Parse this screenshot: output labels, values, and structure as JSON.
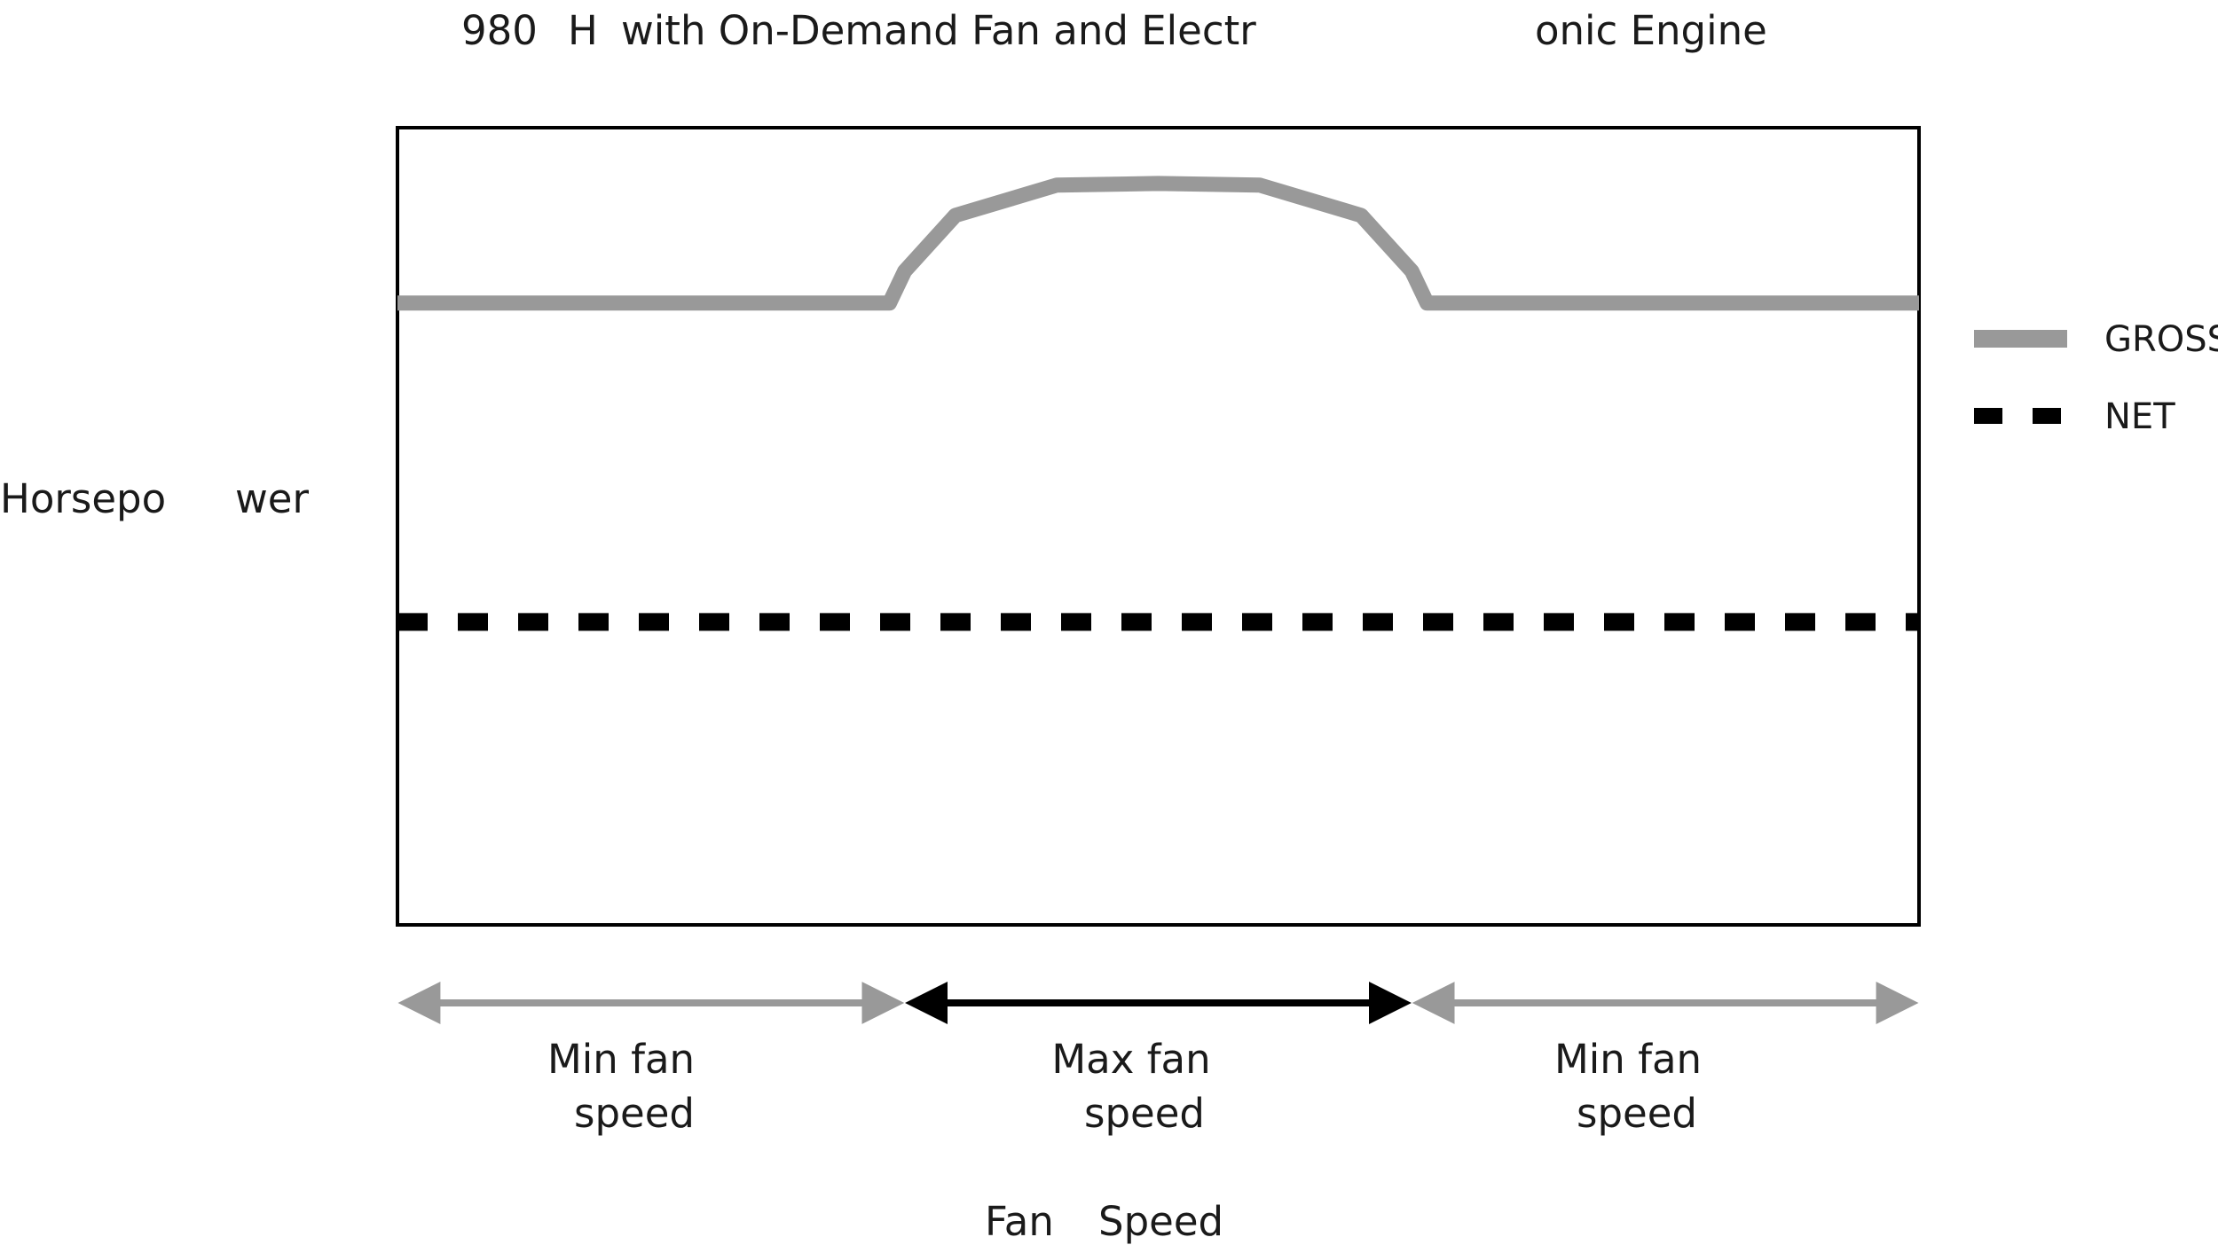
{
  "chart_data": {
    "type": "line",
    "title_parts": [
      "980",
      "H",
      "with On-Demand Fan and Electr",
      "onic Engine"
    ],
    "ylabel_parts": [
      "Horsepo",
      "wer"
    ],
    "xlabel_parts": [
      "Fan",
      "Speed"
    ],
    "x_segments": [
      {
        "label_line1": "Min fan",
        "label_line2": "speed",
        "color": "#999999",
        "range": [
          0,
          1
        ]
      },
      {
        "label_line1": "Max fan",
        "label_line2": "speed",
        "color": "#000000",
        "range": [
          1,
          2
        ]
      },
      {
        "label_line1": "Min fan",
        "label_line2": "speed",
        "color": "#999999",
        "range": [
          2,
          3
        ]
      }
    ],
    "series": [
      {
        "name": "GROSS",
        "style": "solid",
        "color": "#999999",
        "points": [
          {
            "x": 0.0,
            "y": 78
          },
          {
            "x": 0.97,
            "y": 78
          },
          {
            "x": 1.0,
            "y": 82
          },
          {
            "x": 1.1,
            "y": 89
          },
          {
            "x": 1.3,
            "y": 92.8
          },
          {
            "x": 1.5,
            "y": 93
          },
          {
            "x": 1.7,
            "y": 92.8
          },
          {
            "x": 1.9,
            "y": 89
          },
          {
            "x": 2.0,
            "y": 82
          },
          {
            "x": 2.03,
            "y": 78
          },
          {
            "x": 3.0,
            "y": 78
          }
        ]
      },
      {
        "name": "NET",
        "style": "dashed",
        "color": "#000000",
        "points": [
          {
            "x": 0.0,
            "y": 38
          },
          {
            "x": 3.0,
            "y": 38
          }
        ]
      }
    ],
    "xlim": [
      0,
      3
    ],
    "ylim": [
      0,
      100
    ],
    "grid": false,
    "legend": "right"
  }
}
